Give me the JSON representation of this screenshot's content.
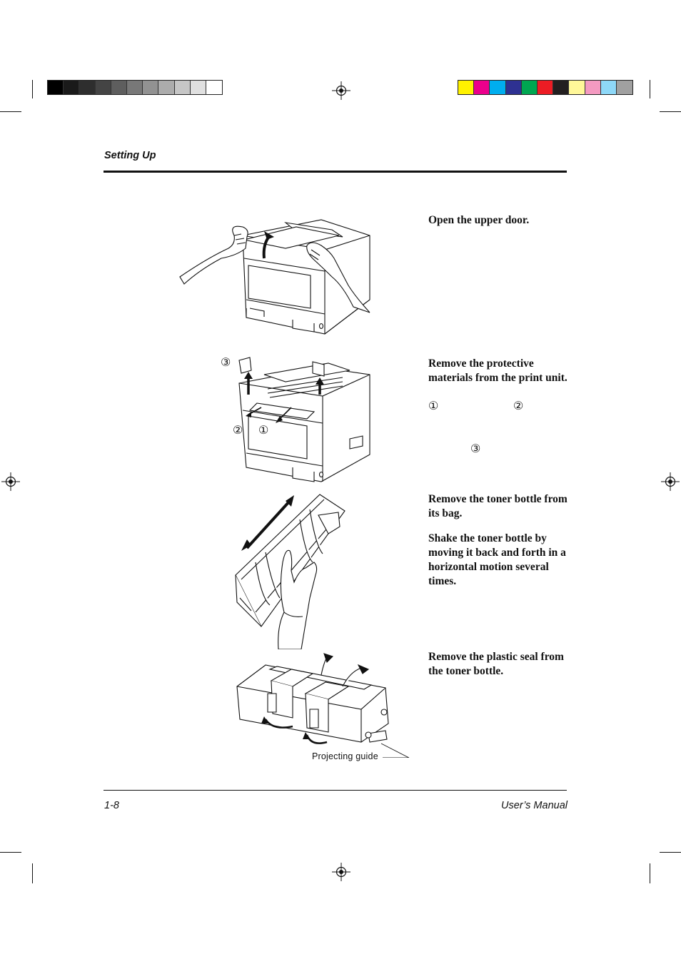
{
  "header": {
    "section_title": "Setting Up"
  },
  "footer": {
    "page_number": "1-8",
    "manual_title": "User’s Manual"
  },
  "steps": [
    {
      "text": "Open the upper door."
    },
    {
      "text": "Remove the protective materials from the print unit.",
      "markers": [
        "①",
        "②",
        "③"
      ]
    },
    {
      "text": "Remove the toner bottle from its bag."
    },
    {
      "text": "Shake the toner bottle by moving it back and forth in a horizontal motion several times."
    },
    {
      "text": "Remove the plastic seal from the toner bottle."
    }
  ],
  "figure_markers": [
    "③",
    "②",
    "①"
  ],
  "figure_caption": "Projecting guide",
  "colors": {
    "gray_bar": [
      "#000000",
      "#1a1a1a",
      "#2e2e2e",
      "#444444",
      "#5e5e5e",
      "#787878",
      "#929292",
      "#acacac",
      "#c6c6c6",
      "#e0e0e0",
      "#ffffff"
    ],
    "color_bar": [
      "#fff200",
      "#ec008c",
      "#00aeef",
      "#2e3192",
      "#00a651",
      "#ed1c24",
      "#231f20",
      "#fff799",
      "#f49ac1",
      "#8ed8f8",
      "#a0a0a0"
    ]
  }
}
